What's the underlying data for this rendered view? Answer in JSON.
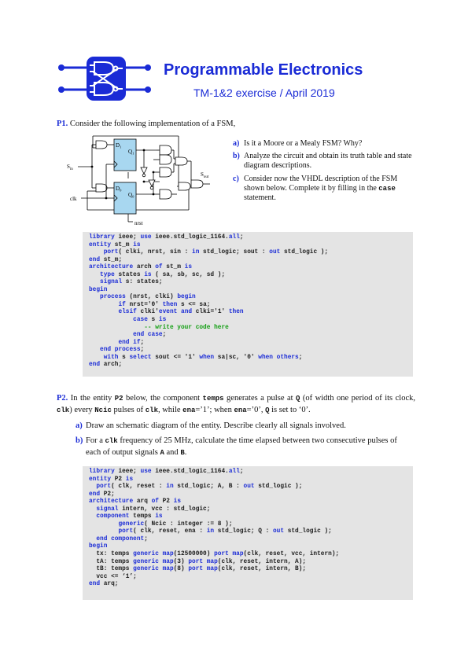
{
  "header": {
    "title": "Programmable Electronics",
    "subtitle": "TM-1&2 exercise / April 2019"
  },
  "p1": {
    "label": "P1.",
    "intro": "Consider the following implementation of a FSM,",
    "circuit": {
      "sin_label": "S",
      "sin_sub": "in",
      "sout_label": "S",
      "sout_sub": "out",
      "clk_label": "clk",
      "nrst_label": "nrst",
      "ff1_d": "D",
      "ff1_d_sub": "1",
      "ff1_q": "Q",
      "ff1_q_sub": "1",
      "ff0_d": "D",
      "ff0_d_sub": "0",
      "ff0_q": "Q",
      "ff0_q_sub": "0"
    },
    "questions": [
      {
        "label": "a)",
        "text": "Is it a Moore or a Mealy FSM? Why?"
      },
      {
        "label": "b)",
        "text": "Analyze the circuit and obtain its truth table and state diagram descriptions."
      },
      {
        "label": "c)",
        "text_before": "Consider now the VHDL description of the FSM shown below. Complete it by filling in the ",
        "keyword": "case",
        "text_after": " statement."
      }
    ],
    "code": [
      [
        [
          "kw",
          "library"
        ],
        [
          "t",
          " ieee; "
        ],
        [
          "kw",
          "use"
        ],
        [
          "t",
          " ieee.std_logic_1164."
        ],
        [
          "kw",
          "all"
        ],
        [
          "t",
          ";"
        ]
      ],
      [
        [
          "kw",
          "entity"
        ],
        [
          "t",
          " st_m "
        ],
        [
          "kw",
          "is"
        ]
      ],
      [
        [
          "t",
          "    "
        ],
        [
          "kw",
          "port"
        ],
        [
          "t",
          "( clki, nrst, sin : "
        ],
        [
          "kw",
          "in"
        ],
        [
          "t",
          " std_logic; sout : "
        ],
        [
          "kw",
          "out"
        ],
        [
          "t",
          " std_logic );"
        ]
      ],
      [
        [
          "kw",
          "end"
        ],
        [
          "t",
          " st_m;"
        ]
      ],
      [
        [
          "kw",
          "architecture"
        ],
        [
          "t",
          " arch "
        ],
        [
          "kw",
          "of"
        ],
        [
          "t",
          " st_m "
        ],
        [
          "kw",
          "is"
        ]
      ],
      [
        [
          "t",
          "   "
        ],
        [
          "kw",
          "type"
        ],
        [
          "t",
          " states "
        ],
        [
          "kw",
          "is"
        ],
        [
          "t",
          " ( sa, sb, sc, sd );"
        ]
      ],
      [
        [
          "t",
          "   "
        ],
        [
          "kw",
          "signal"
        ],
        [
          "t",
          " s: states;"
        ]
      ],
      [
        [
          "kw",
          "begin"
        ]
      ],
      [
        [
          "t",
          "   "
        ],
        [
          "kw",
          "process"
        ],
        [
          "t",
          " (nrst, clki) "
        ],
        [
          "kw",
          "begin"
        ]
      ],
      [
        [
          "t",
          "        "
        ],
        [
          "kw",
          "if"
        ],
        [
          "t",
          " nrst='0' "
        ],
        [
          "kw",
          "then"
        ],
        [
          "t",
          " s <= sa;"
        ]
      ],
      [
        [
          "t",
          "        "
        ],
        [
          "kw",
          "elsif"
        ],
        [
          "t",
          " clki'"
        ],
        [
          "kw",
          "event"
        ],
        [
          "t",
          " "
        ],
        [
          "kw",
          "and"
        ],
        [
          "t",
          " clki='1' "
        ],
        [
          "kw",
          "then"
        ]
      ],
      [
        [
          "t",
          "            "
        ],
        [
          "kw",
          "case"
        ],
        [
          "t",
          " s "
        ],
        [
          "kw",
          "is"
        ]
      ],
      [
        [
          "t",
          "               "
        ],
        [
          "cm",
          "-- write your code here"
        ]
      ],
      [
        [
          "t",
          "            "
        ],
        [
          "kw",
          "end case"
        ],
        [
          "t",
          ";"
        ]
      ],
      [
        [
          "t",
          "        "
        ],
        [
          "kw",
          "end if"
        ],
        [
          "t",
          ";"
        ]
      ],
      [
        [
          "t",
          "   "
        ],
        [
          "kw",
          "end process"
        ],
        [
          "t",
          ";"
        ]
      ],
      [
        [
          "t",
          "    "
        ],
        [
          "kw",
          "with"
        ],
        [
          "t",
          " s "
        ],
        [
          "kw",
          "select"
        ],
        [
          "t",
          " sout <= '1' "
        ],
        [
          "kw",
          "when"
        ],
        [
          "t",
          " sa|sc, '0' "
        ],
        [
          "kw",
          "when others"
        ],
        [
          "t",
          ";"
        ]
      ],
      [
        [
          "kw",
          "end"
        ],
        [
          "t",
          " arch;"
        ]
      ]
    ]
  },
  "p2": {
    "label": "P2.",
    "intro": [
      [
        "t",
        " In the entity "
      ],
      [
        "m",
        "P2"
      ],
      [
        "t",
        " below, the component "
      ],
      [
        "m",
        "temps"
      ],
      [
        "t",
        " generates a pulse at "
      ],
      [
        "m",
        "Q"
      ],
      [
        "t",
        "  (of width one period of its clock, "
      ],
      [
        "m",
        "clk"
      ],
      [
        "t",
        ") every "
      ],
      [
        "m",
        "Ncic"
      ],
      [
        "t",
        " pulses of "
      ],
      [
        "m",
        "clk"
      ],
      [
        "t",
        ", while "
      ],
      [
        "m",
        "ena"
      ],
      [
        "t",
        "=’1’; when "
      ],
      [
        "m",
        "ena"
      ],
      [
        "t",
        "=’0’, "
      ],
      [
        "m",
        "Q"
      ],
      [
        "t",
        " is set to ‘0’."
      ]
    ],
    "questions": [
      {
        "label": "a)",
        "parts": [
          [
            "t",
            "Draw an schematic diagram of the entity. Describe clearly all signals involved."
          ]
        ]
      },
      {
        "label": "b)",
        "parts": [
          [
            "t",
            "For a "
          ],
          [
            "m",
            "clk"
          ],
          [
            "t",
            " frequency of 25 MHz, calculate the time elapsed between two consecutive pulses of each of output signals "
          ],
          [
            "m",
            "A"
          ],
          [
            "t",
            " and "
          ],
          [
            "m",
            "B"
          ],
          [
            "t",
            "."
          ]
        ]
      }
    ],
    "code": [
      [
        [
          "kw",
          "library"
        ],
        [
          "t",
          " ieee; "
        ],
        [
          "kw",
          "use"
        ],
        [
          "t",
          " ieee.std_logic_1164."
        ],
        [
          "kw",
          "all"
        ],
        [
          "t",
          ";"
        ]
      ],
      [
        [
          "kw",
          "entity"
        ],
        [
          "t",
          " P2 "
        ],
        [
          "kw",
          "is"
        ]
      ],
      [
        [
          "t",
          "  "
        ],
        [
          "kw",
          "port"
        ],
        [
          "t",
          "( clk, reset : "
        ],
        [
          "kw",
          "in"
        ],
        [
          "t",
          " std_logic; A, B : "
        ],
        [
          "kw",
          "out"
        ],
        [
          "t",
          " std_logic );"
        ]
      ],
      [
        [
          "kw",
          "end"
        ],
        [
          "t",
          " P2;"
        ]
      ],
      [
        [
          "kw",
          "architecture"
        ],
        [
          "t",
          " arq "
        ],
        [
          "kw",
          "of"
        ],
        [
          "t",
          " P2 "
        ],
        [
          "kw",
          "is"
        ]
      ],
      [
        [
          "t",
          "  "
        ],
        [
          "kw",
          "signal"
        ],
        [
          "t",
          " intern, vcc : std_logic;"
        ]
      ],
      [
        [
          "t",
          "  "
        ],
        [
          "kw",
          "component"
        ],
        [
          "t",
          " temps "
        ],
        [
          "kw",
          "is"
        ]
      ],
      [
        [
          "t",
          "        "
        ],
        [
          "kw",
          "generic"
        ],
        [
          "t",
          "( Ncic : integer := 8 );"
        ]
      ],
      [
        [
          "t",
          "        "
        ],
        [
          "kw",
          "port"
        ],
        [
          "t",
          "( clk, reset, ena : "
        ],
        [
          "kw",
          "in"
        ],
        [
          "t",
          " std_logic; Q : "
        ],
        [
          "kw",
          "out"
        ],
        [
          "t",
          " std_logic );"
        ]
      ],
      [
        [
          "t",
          "  "
        ],
        [
          "kw",
          "end component"
        ],
        [
          "t",
          ";"
        ]
      ],
      [
        [
          "kw",
          "begin"
        ]
      ],
      [
        [
          "t",
          "  tx: temps "
        ],
        [
          "kw",
          "generic map"
        ],
        [
          "t",
          "(12500000) "
        ],
        [
          "kw",
          "port map"
        ],
        [
          "t",
          "(clk, reset, vcc, intern);"
        ]
      ],
      [
        [
          "t",
          "  tA: temps "
        ],
        [
          "kw",
          "generic map"
        ],
        [
          "t",
          "(3) "
        ],
        [
          "kw",
          "port map"
        ],
        [
          "t",
          "(clk, reset, intern, A);"
        ]
      ],
      [
        [
          "t",
          "  tB: temps "
        ],
        [
          "kw",
          "generic map"
        ],
        [
          "t",
          "(8) "
        ],
        [
          "kw",
          "port map"
        ],
        [
          "t",
          "(clk, reset, intern, B);"
        ]
      ],
      [
        [
          "t",
          "  vcc <= ‘1’;"
        ]
      ],
      [
        [
          "kw",
          "end"
        ],
        [
          "t",
          " arq;"
        ]
      ]
    ]
  },
  "colors": {
    "accent": "#1a2bd6",
    "code_bg": "#e4e4e4",
    "comment": "#119e11",
    "ff_fill": "#a8d7f0"
  },
  "icons": {
    "logo": "logic-gates-logo-icon"
  }
}
